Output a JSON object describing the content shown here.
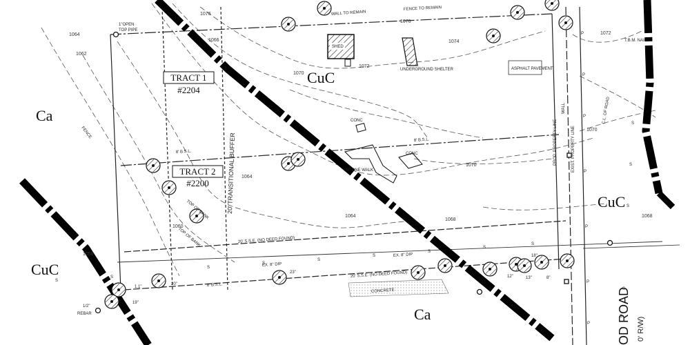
{
  "soil_labels": {
    "cuc_center": "CuC",
    "ca_left": "Ca",
    "cuc_left": "CuC",
    "ca_bottom": "Ca",
    "cuc_right": "CuC"
  },
  "tracts": {
    "tract1_name": "TRACT 1",
    "tract1_no": "#2204",
    "tract2_name": "TRACT 2",
    "tract2_no": "#2200"
  },
  "labels": {
    "shed": "SHED",
    "underground_shelter": "UNDERGROUND SHELTER",
    "asphalt_pavement": "ASPHALT PAVEMENT",
    "fence_to_remain": "FENCE TO REMAIN",
    "wall_to_remain": "WALL TO REMAIN",
    "fence": "FENCE",
    "transitional_buffer": "20' TRANSITIONAL BUFFER",
    "top_of_bank_1": "TOP OF BANK",
    "top_of_bank_2": "TOP OF BANK",
    "sse_upper": "20' S.S.E. (NO DEED FOUND)",
    "sse_lower": "20' S.S.E. (NO DEED FOUND)",
    "ex_dip_1": "EX. 8\" DIP",
    "ex_dip_2": "EX. 8\" DIP",
    "concrete": "CONCRETE",
    "stone_walk": "STONE WALK",
    "conc_1": "CONC",
    "conc_2": "CONC",
    "rebar": "REBAR",
    "rebar_size": "1/2\"",
    "top_pipe": "TOP PIPE",
    "top_pipe_size": "1\"OPEN",
    "bsl_1": "8' B.S.L.",
    "bsl_2": "8' B.S.L.",
    "bsl_3": "8' B.S.L.",
    "road": "OD ROAD",
    "row": "0' R/W)",
    "wall": "WALL",
    "prop_line": "PROP. PROPERTY LINE",
    "exist_prop_line": "EXIST. PROPERTY LINE",
    "tbm": "T.B.M. NAIL",
    "cl_road": "C.L. OF ROAD"
  },
  "contours": {
    "c1076a": "1076",
    "c1076b": "1076",
    "c1074": "1074",
    "c1072a": "1072",
    "c1072b": "1072",
    "c1070a": "1070",
    "c1070b": "1070",
    "c1070c": "1070",
    "c1068a": "1068",
    "c1068b": "1068",
    "c1066": "1066",
    "c1064a": "1064",
    "c1064b": "1064",
    "c1064c": "1064",
    "c1062": "1062",
    "c1060": "1060",
    "c1058": "1058"
  },
  "tree_sizes": {
    "t1": "20\"",
    "t2": "23\"",
    "t3": "19\"",
    "t4": "12\"",
    "t5": "13\"",
    "t6": "18\"",
    "t7": "8\"",
    "t8": "1.1\""
  },
  "colors": {
    "ink": "#111111",
    "dash": "#444444",
    "soil_line": "#000000",
    "concrete": "#e6e6e6"
  }
}
